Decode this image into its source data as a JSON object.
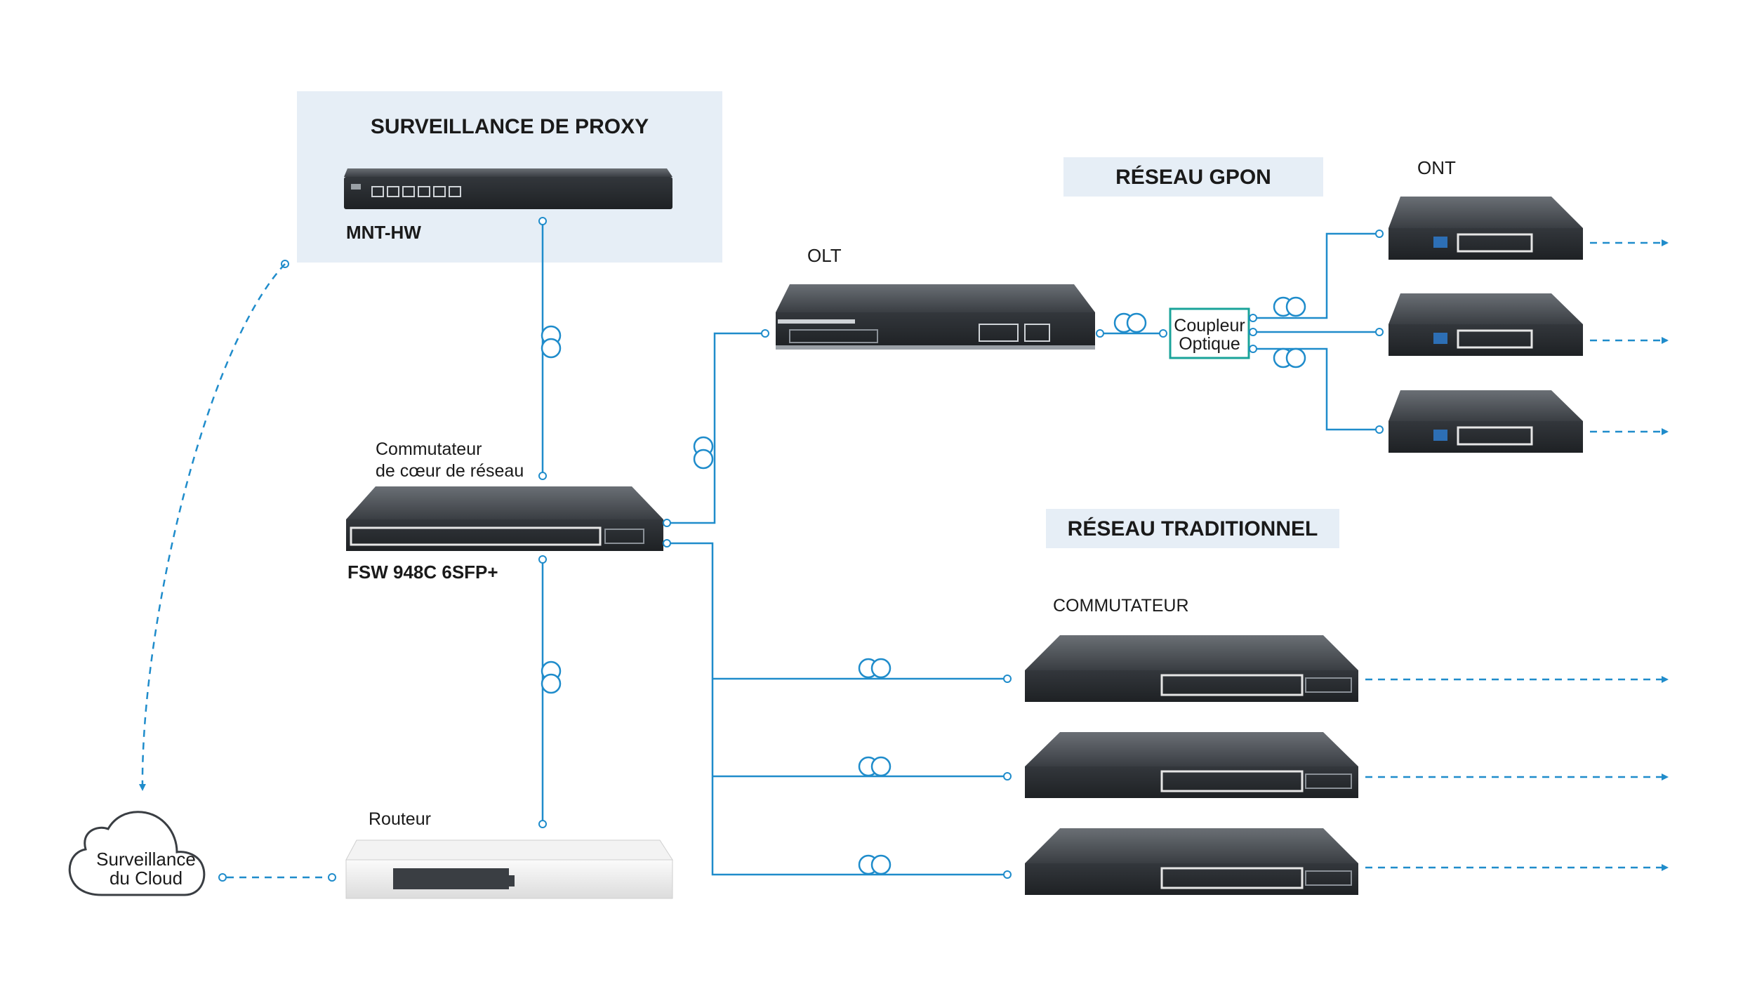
{
  "proxy_section": {
    "title": "SURVEILLANCE DE PROXY",
    "device_label": "MNT-HW"
  },
  "gpon_section": {
    "title": "RÉSEAU GPON",
    "olt_label": "OLT",
    "ont_label": "ONT",
    "coupler_line1": "Coupleur",
    "coupler_line2": "Optique"
  },
  "traditional_section": {
    "title": "RÉSEAU TRADITIONNEL",
    "switch_label": "COMMUTATEUR"
  },
  "core_switch": {
    "label_line1": "Commutateur",
    "label_line2": "de cœur de réseau",
    "model": "FSW 948C 6SFP+"
  },
  "router": {
    "label": "Routeur"
  },
  "cloud": {
    "line1": "Surveillance",
    "line2": "du Cloud"
  },
  "colors": {
    "link": "#1f8ccb",
    "panel_bg": "#e6eef6",
    "coupler_border": "#1aa39a",
    "device_dark": "#2b2f33",
    "text": "#1a1a1a"
  },
  "icons": {
    "fiber": "fiber-loop-icon",
    "cloud": "cloud-icon",
    "arrow": "arrow-right-icon"
  }
}
